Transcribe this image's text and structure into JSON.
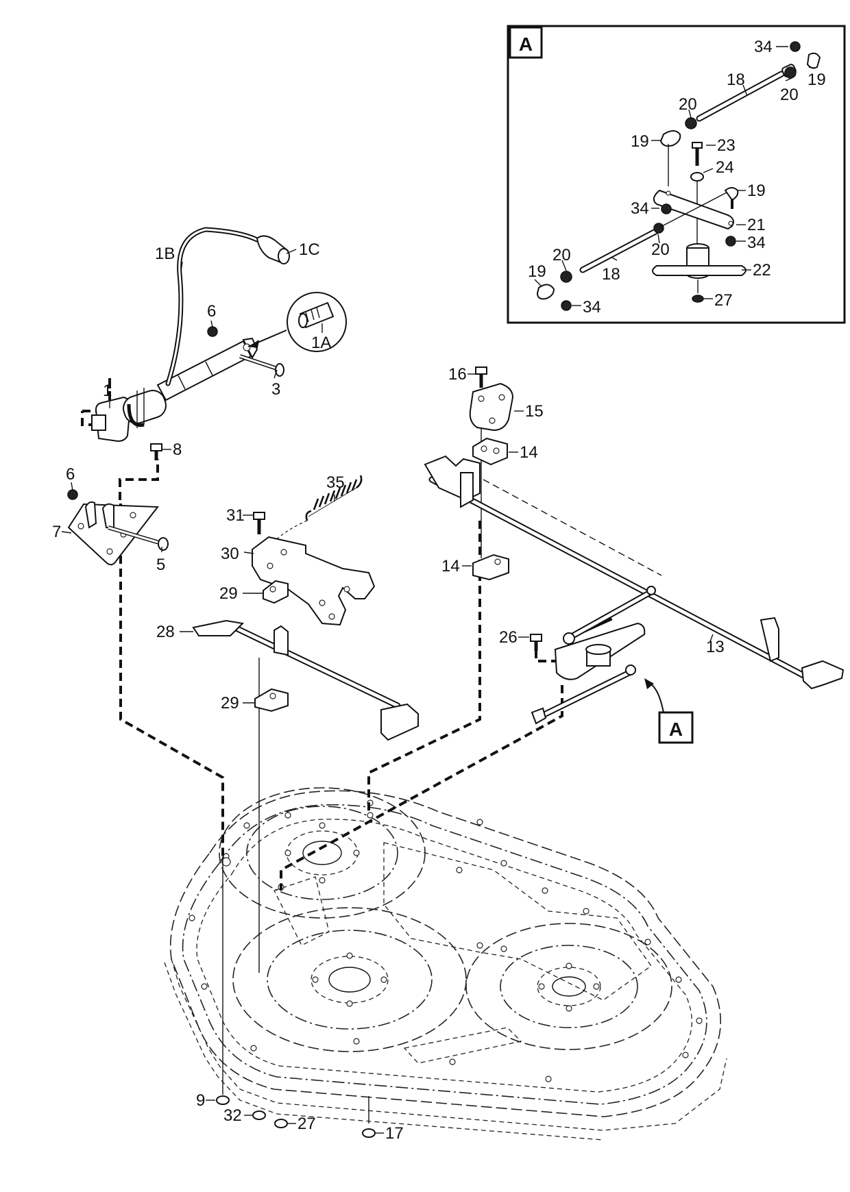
{
  "callouts": {
    "c1": "1",
    "c1A": "1A",
    "c1B": "1B",
    "c1C": "1C",
    "c3": "3",
    "c5": "5",
    "c6_top": "6",
    "c6_left": "6",
    "c7": "7",
    "c8": "8",
    "c9": "9",
    "c13": "13",
    "c14_top": "14",
    "c14_mid": "14",
    "c15": "15",
    "c16": "16",
    "c17": "17",
    "c26": "26",
    "c27": "27",
    "c28": "28",
    "c29_top": "29",
    "c29_bot": "29",
    "c30": "30",
    "c31": "31",
    "c32": "32",
    "c35": "35"
  },
  "inset": {
    "letter": "A",
    "callouts": {
      "c34_top": "34",
      "c19_top": "19",
      "c18_top": "18",
      "c20_top": "20",
      "c20_mid": "20",
      "c19_mid": "19",
      "c23": "23",
      "c24": "24",
      "c19_right": "19",
      "c34_left": "34",
      "c21": "21",
      "c20_low": "20",
      "c34_right": "34",
      "c20_left": "20",
      "c18_low": "18",
      "c22": "22",
      "c19_left": "19",
      "c34_bottom": "34",
      "c27": "27"
    }
  },
  "ref_box": {
    "letter": "A"
  }
}
